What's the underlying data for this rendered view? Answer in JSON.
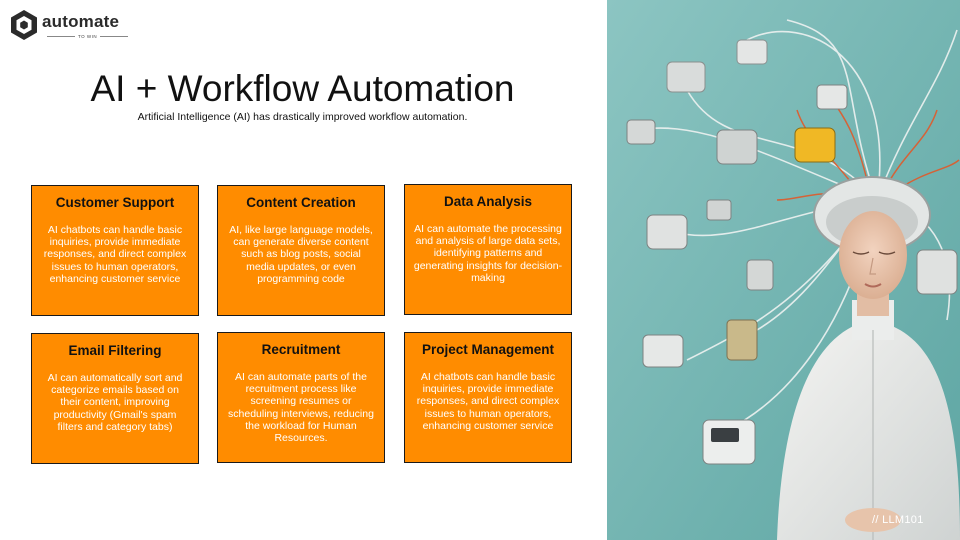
{
  "logo": {
    "word": "automate",
    "tagline": "TO WIN"
  },
  "header": {
    "title": "AI + Workflow Automation",
    "subtitle": "Artificial Intelligence (AI) has drastically improved workflow automation."
  },
  "cards": [
    {
      "title": "Customer Support",
      "body": "AI chatbots can handle basic inquiries, provide immediate responses, and direct complex issues to human operators, enhancing customer service"
    },
    {
      "title": "Content Creation",
      "body": "AI, like large language models, can generate diverse content such as blog posts, social media updates, or even programming code"
    },
    {
      "title": "Data Analysis",
      "body": "AI can automate the processing and analysis of large data sets, identifying patterns and generating insights for decision-making"
    },
    {
      "title": "Email Filtering",
      "body": "AI can automatically sort and categorize emails based on their content, improving productivity (Gmail's spam filters and category tabs)"
    },
    {
      "title": "Recruitment",
      "body": "AI can automate parts of the recruitment process like screening resumes or scheduling interviews, reducing the workload for Human Resources."
    },
    {
      "title": "Project Management",
      "body": "AI chatbots can handle basic inquiries, provide immediate responses, and direct complex issues to human operators, enhancing customer service"
    }
  ],
  "footer": {
    "tag": "// LLM101"
  },
  "colors": {
    "card_fill": "#ff8c00",
    "card_border": "#1a1a1a",
    "photo_background": "#6fb3b0"
  },
  "icons": {
    "logo": "hexagon-logo-icon"
  }
}
